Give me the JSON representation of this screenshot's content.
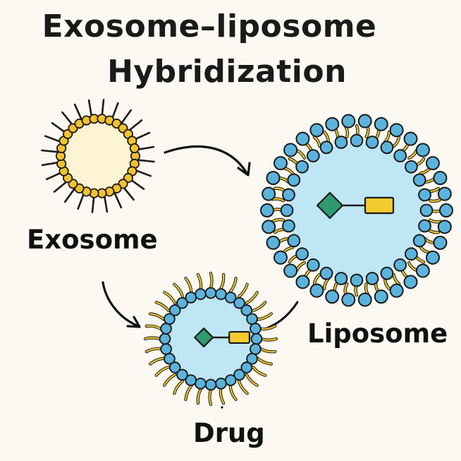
{
  "title": {
    "line1": "Exosome–liposome",
    "line2": "Hybridization"
  },
  "labels": {
    "exosome": "Exosome",
    "liposome": "Liposome",
    "drug": "Drug"
  },
  "colors": {
    "background": "#fbf9f1",
    "exosome_core": "#fcf4d2",
    "exosome_beads": "#f2c12e",
    "head_blue": "#5bb3dc",
    "tail_yellow": "#e6c12f",
    "core_blue": "#bfe6f5",
    "drug_green": "#2f9a6f",
    "drug_yellow": "#f2cc2f",
    "outline": "#1a1a1a"
  }
}
